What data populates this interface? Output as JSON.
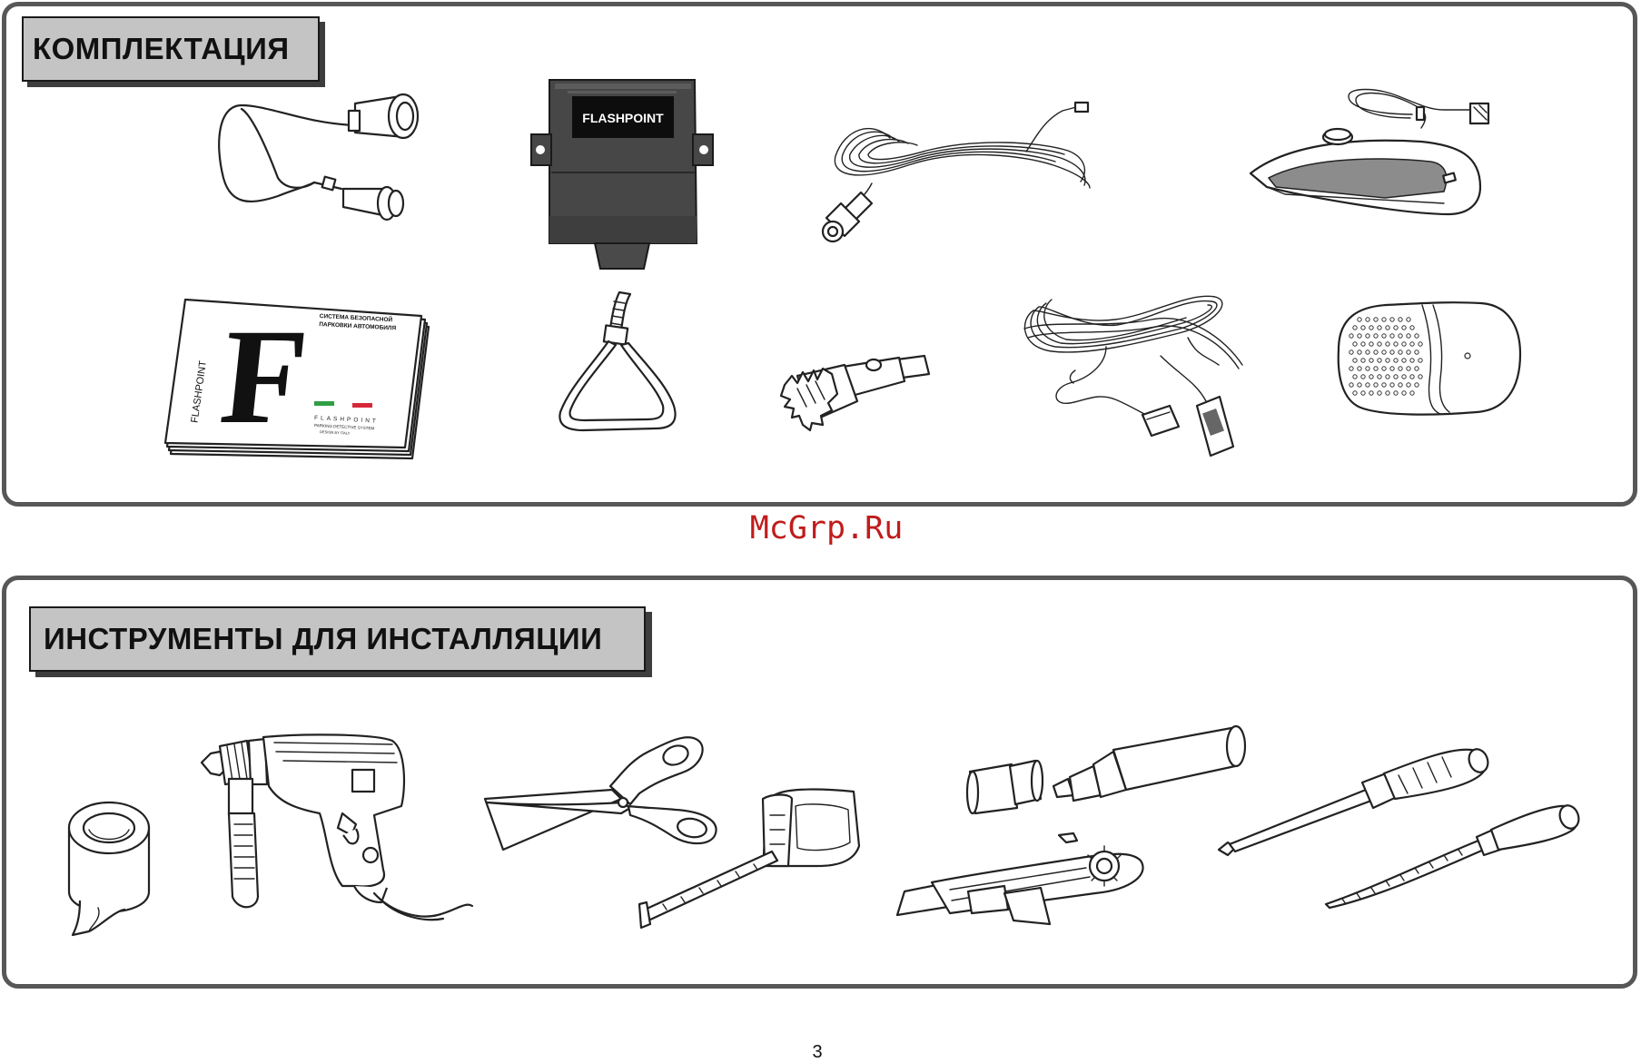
{
  "kit_section": {
    "title": "КОМПЛЕКТАЦИЯ",
    "items": [
      {
        "icon": "parking-sensor-icon"
      },
      {
        "icon": "control-unit-icon",
        "label": "FLASHPOINT"
      },
      {
        "icon": "extension-cable-icon"
      },
      {
        "icon": "display-indicator-icon"
      },
      {
        "icon": "manual-booklet-icon",
        "letter": "F",
        "vertical_text": "FLASHPOINT",
        "cover_title": "СИСТЕМА БЕЗОПАСНОЙ ПАРКОВКИ АВТОМОБИЛЯ",
        "brand": "FLASHPOINT",
        "tagline": "PARKING DETECTIVE SYSTEM",
        "footer": "DESIGN BY ITALY"
      },
      {
        "icon": "cable-tie-icon"
      },
      {
        "icon": "hole-saw-drill-bit-icon"
      },
      {
        "icon": "power-wiring-harness-icon"
      },
      {
        "icon": "speaker-buzzer-icon"
      }
    ]
  },
  "watermark": "McGrp.Ru",
  "tools_section": {
    "title": "ИНСТРУМЕНТЫ ДЛЯ ИНСТАЛЛЯЦИИ",
    "items": [
      {
        "icon": "insulating-tape-icon"
      },
      {
        "icon": "electric-drill-icon"
      },
      {
        "icon": "scissors-icon"
      },
      {
        "icon": "tape-measure-icon"
      },
      {
        "icon": "marker-pen-icon"
      },
      {
        "icon": "utility-knife-icon"
      },
      {
        "icon": "phillips-screwdriver-icon"
      },
      {
        "icon": "round-file-icon"
      }
    ]
  },
  "page_number": "3"
}
